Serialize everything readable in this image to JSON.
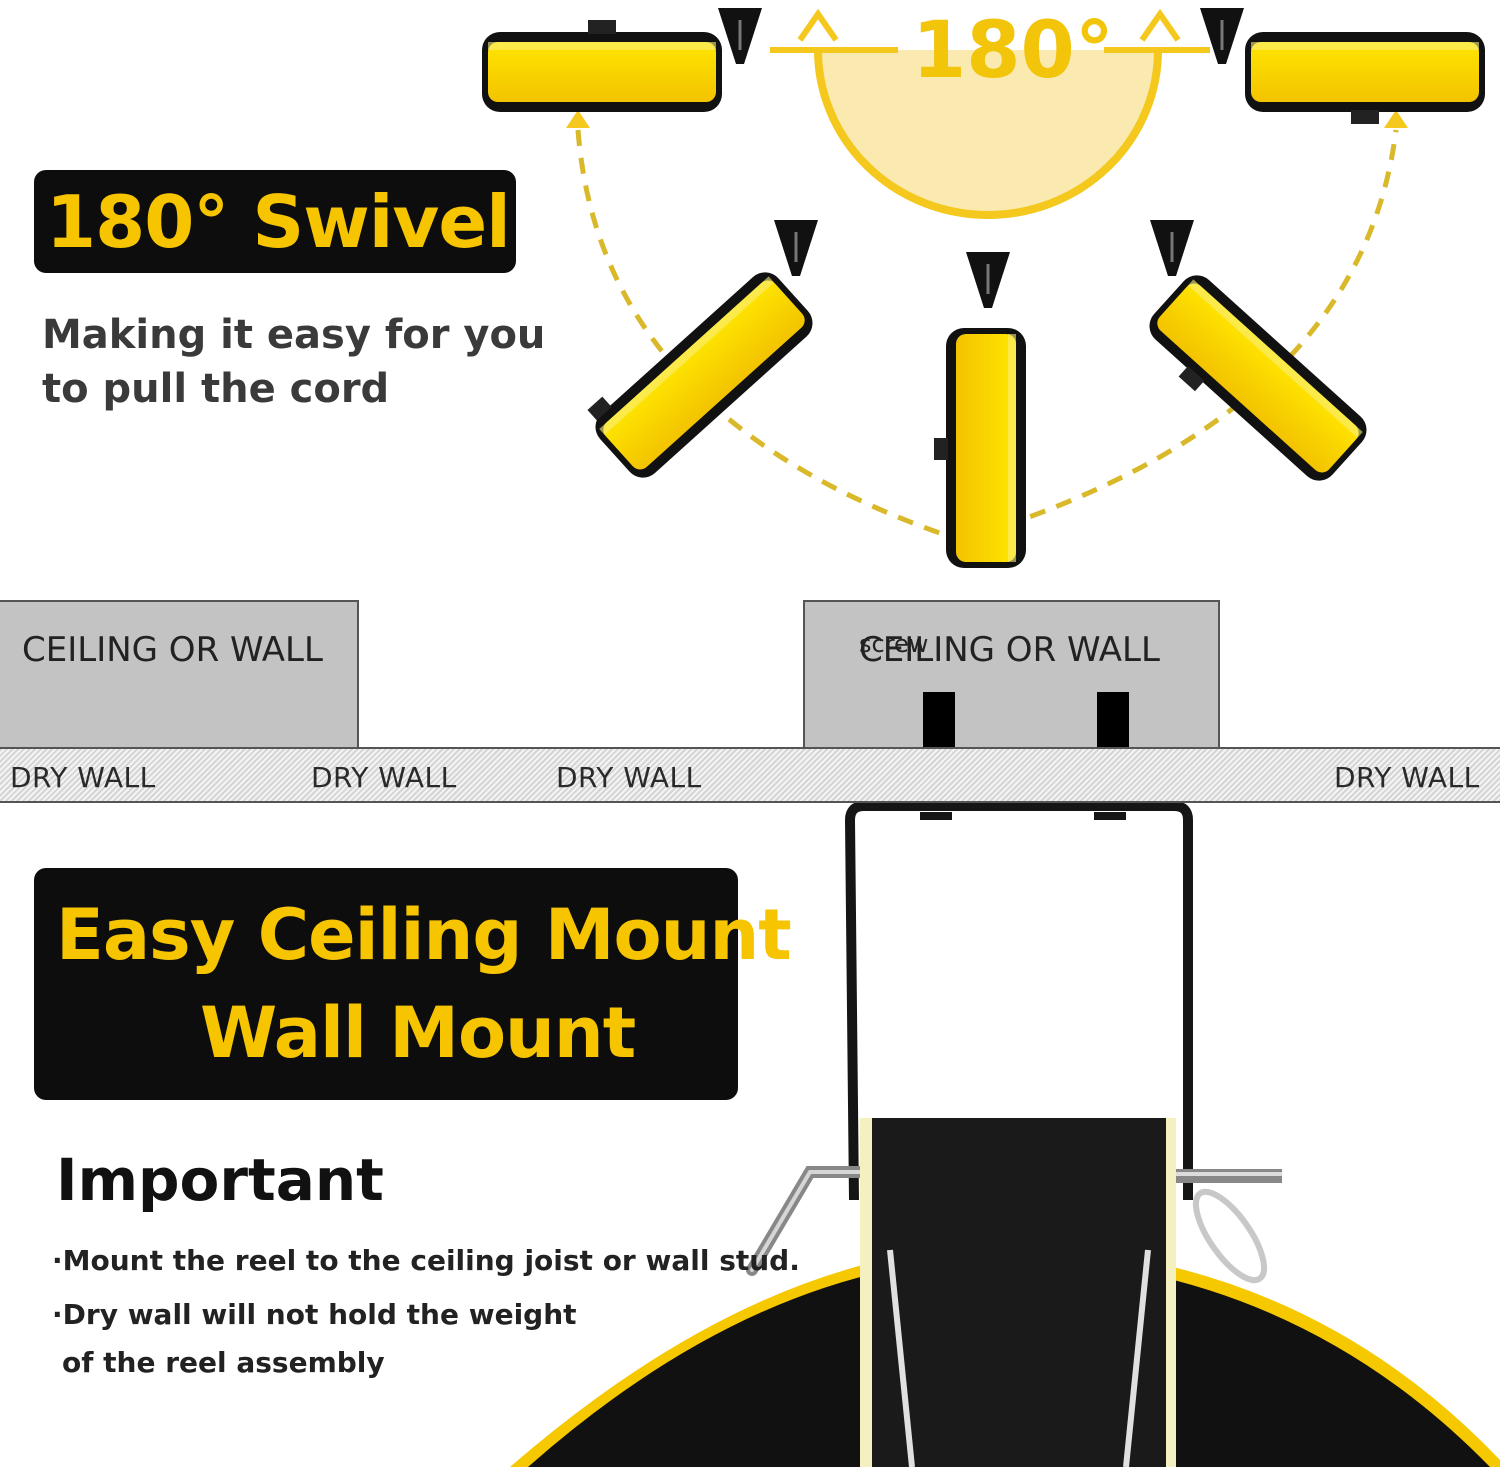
{
  "swivel": {
    "title": "180° Swivel",
    "description_line1": "Making it easy for you",
    "description_line2": "to pull the cord",
    "angle_label": "180°"
  },
  "mounting": {
    "ceiling_label": "CEILING OR WALL",
    "screw_label": "screw",
    "drywall_label": "DRY WALL",
    "title_line1": "Easy Ceiling Mount",
    "title_line2": "Wall Mount"
  },
  "important": {
    "title": "Important",
    "note1": "·Mount the reel to the ceiling joist or wall stud.",
    "note2_line1": "·Dry wall will not hold the weight",
    "note2_line2": "of the reel assembly"
  },
  "colors": {
    "accent_yellow": "#f7c400",
    "badge_black": "#0d0d0d",
    "ceiling_gray": "#c3c3c3"
  },
  "icons": [
    "reel-icon",
    "arrow-up-icon",
    "pointer-icon",
    "screw-icon",
    "mount-bracket-icon"
  ]
}
